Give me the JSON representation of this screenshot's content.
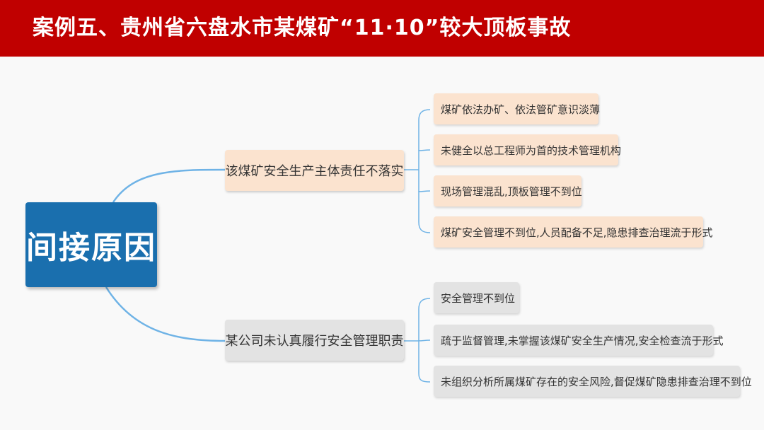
{
  "header": {
    "title": "案例五、贵州省六盘水市某煤矿“11·10”较大顶板事故",
    "background": "#c00000"
  },
  "mindmap": {
    "root": {
      "label": "间接原因",
      "color": "#1a6fae"
    },
    "branches": [
      {
        "label": "该煤矿安全生产主体责任不落实",
        "color": "#fbe3cf",
        "children": [
          "煤矿依法办矿、依法管矿意识淡薄",
          "未健全以总工程师为首的技术管理机构",
          "现场管理混乱,顶板管理不到位",
          "煤矿安全管理不到位,人员配备不足,隐患排查治理流于形式"
        ]
      },
      {
        "label": "某公司未认真履行安全管理职责",
        "color": "#e3e3e3",
        "children": [
          "安全管理不到位",
          "疏于监督管理,未掌握该煤矿安全生产情况,安全检查流于形式",
          "未组织分析所属煤矿存在的安全风险,督促煤矿隐患排查治理不到位"
        ]
      }
    ],
    "connector_color": "#6fb3e6"
  }
}
